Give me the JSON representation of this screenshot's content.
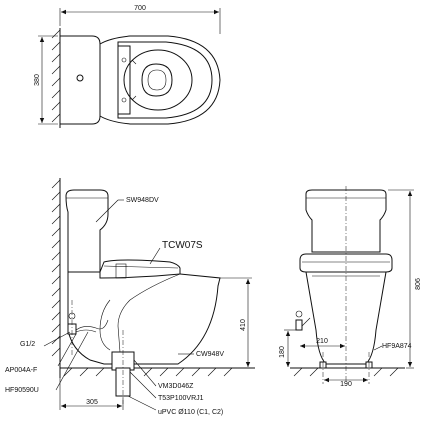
{
  "top_view": {
    "width_dim": "700",
    "depth_dim": "380"
  },
  "side_view": {
    "tank_part": "SW948DV",
    "seat_part": "TCW07S",
    "bowl_part": "CW948V",
    "height_dim": "410",
    "outlet_dim": "305",
    "valve_label": "G1/2",
    "valve_part": "AP004A-F",
    "hose_part": "HF90590U",
    "flange_part": "VM3D046Z",
    "bolt_part": "T53P100VRJ1",
    "pipe_label": "uPVC Ø110 (C1, C2)"
  },
  "front_view": {
    "total_height_dim": "806",
    "supply_height_dim": "180",
    "supply_offset_dim": "210",
    "bolt_span_dim": "190",
    "hose_part": "HF9A874"
  }
}
